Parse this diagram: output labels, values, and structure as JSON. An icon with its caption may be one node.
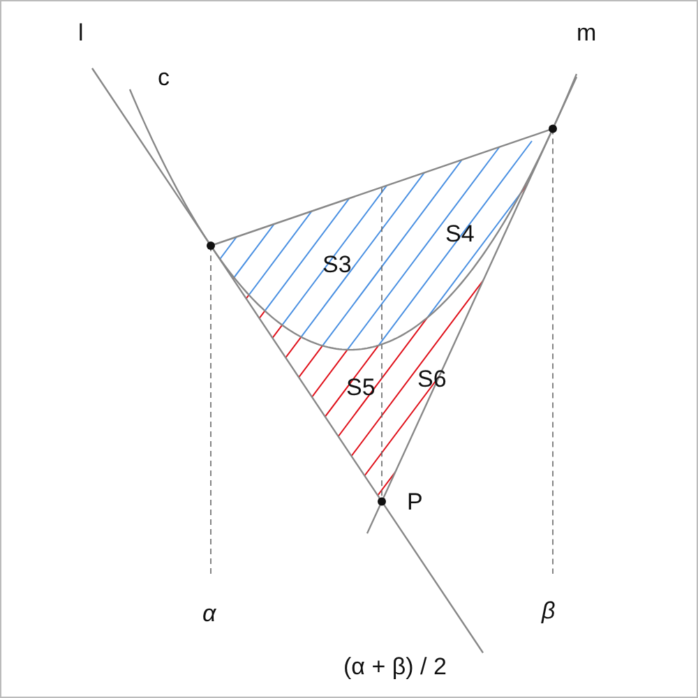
{
  "diagram": {
    "labels": [
      "l",
      "c",
      "m",
      "S3",
      "S4",
      "S5",
      "S6",
      "P",
      "α",
      "β",
      "(α + β) / 2"
    ]
  }
}
